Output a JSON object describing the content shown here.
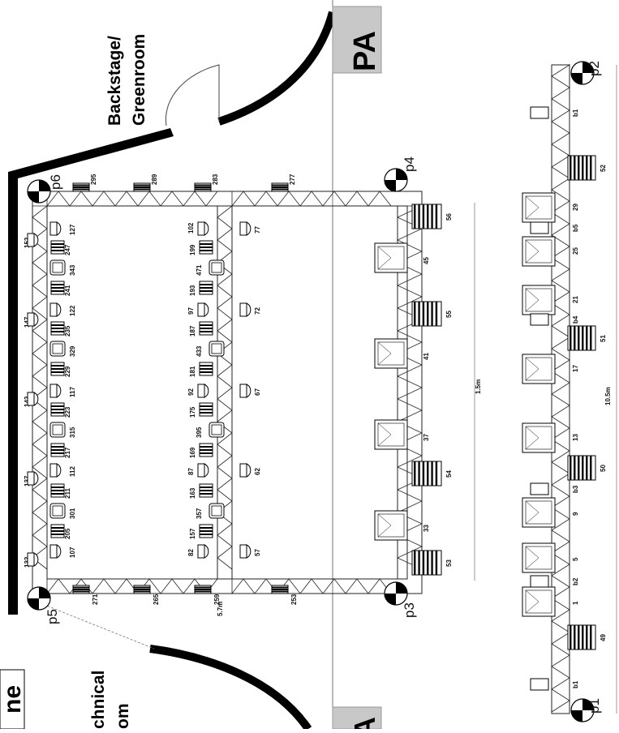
{
  "rooms": {
    "backstage_line1": "Backstage/",
    "backstage_line2": "Greenroom",
    "technical_line1": "chnical",
    "technical_line2": "om",
    "partial_title": "ne",
    "pa_top": "PA",
    "pa_bottom": "A"
  },
  "points": [
    "p1",
    "p2",
    "p3",
    "p4",
    "p5",
    "p6"
  ],
  "dims": {
    "main_span": "1.5m",
    "lower_span": "10.5m",
    "left_width": "5.7m"
  },
  "top_truss_numbers": [
    "132",
    "137",
    "142",
    "147",
    "152"
  ],
  "front_upper_numbers": [
    "107",
    "112",
    "117",
    "122",
    "127"
  ],
  "front_upper_hex": [
    "205",
    "211",
    "217",
    "223",
    "229",
    "235",
    "241",
    "247"
  ],
  "front_upper_cans": [
    "301",
    "315",
    "329",
    "343"
  ],
  "mid_numbers": [
    "82",
    "87",
    "92",
    "97",
    "102"
  ],
  "mid_hex": [
    "157",
    "163",
    "169",
    "175",
    "181",
    "187",
    "193",
    "199"
  ],
  "mid_cans": [
    "357",
    "395",
    "433",
    "471"
  ],
  "stage_left_truss": [
    "57",
    "62",
    "67",
    "72",
    "77"
  ],
  "outer_left_hex": [
    "271",
    "265",
    "259",
    "253"
  ],
  "outer_right_hex": [
    "295",
    "289",
    "283",
    "277"
  ],
  "front_rigs": [
    "33",
    "37",
    "41",
    "45"
  ],
  "front_blinders": [
    "53",
    "54",
    "55",
    "56"
  ],
  "bottom_numbers": [
    "1",
    "5",
    "9",
    "13",
    "17",
    "21",
    "25",
    "29"
  ],
  "bottom_b": [
    "b1",
    "b2",
    "b3",
    "b4",
    "b5",
    "b1"
  ],
  "bottom_blinders": [
    "49",
    "50",
    "51",
    "52"
  ]
}
